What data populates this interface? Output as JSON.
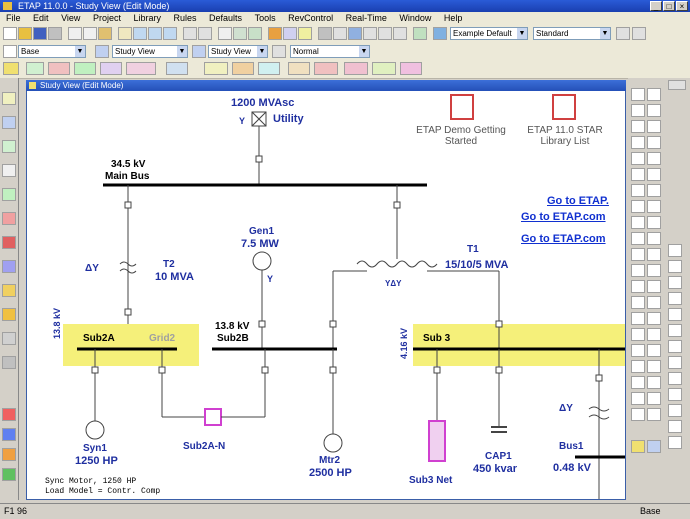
{
  "window": {
    "title": "ETAP 11.0.0 - Study View (Edit Mode)",
    "min": "_",
    "max": "□",
    "close": "×"
  },
  "menu": [
    "File",
    "Edit",
    "View",
    "Project",
    "Library",
    "Rules",
    "Defaults",
    "Tools",
    "RevControl",
    "Real-Time",
    "Window",
    "Help"
  ],
  "toolbar": {
    "project_combo": "Example Default",
    "standard_combo": "Standard",
    "bus_combo": "Base",
    "view_combo": "Study View",
    "study_combo": "Study View",
    "normal_combo": "Normal"
  },
  "canvas": {
    "title": "Study View (Edit Mode)",
    "utility": {
      "rating": "1200 MVAsc",
      "name": "Utility"
    },
    "mainbus": {
      "kv": "34.5 kV",
      "name": "Main Bus"
    },
    "gen1": {
      "name": "Gen1",
      "rating": "7.5 MW"
    },
    "t2": {
      "name": "T2",
      "rating": "10 MVA"
    },
    "t1": {
      "name": "T1",
      "rating": "15/10/5 MVA"
    },
    "sub2a": {
      "name": "Sub2A",
      "kv": "13.8 kV",
      "grid": "Grid2"
    },
    "sub2b": {
      "kv": "13.8 kV",
      "name": "Sub2B"
    },
    "sub3": {
      "name": "Sub 3",
      "kv": "4.16 kV"
    },
    "syn1": {
      "name": "Syn1",
      "rating": "1250 HP"
    },
    "sub2an": {
      "name": "Sub2A-N"
    },
    "mv2": {
      "name": "Mtr2",
      "rating": "2500 HP"
    },
    "sub3net": {
      "name": "Sub3 Net"
    },
    "cap1": {
      "name": "CAP1",
      "rating": "450 kvar"
    },
    "bus1": {
      "name": "Bus1",
      "kv": "0.48 kV"
    },
    "docs": [
      {
        "label1": "ETAP Demo Getting",
        "label2": "Started"
      },
      {
        "label1": "ETAP 11.0 STAR",
        "label2": "Library List"
      }
    ],
    "links": [
      "Go to ETAP.",
      "Go to ETAP.com",
      "Go to ETAP.com"
    ],
    "notes": [
      "Sync Motor, 1250 HP",
      "Load Model = Contr. Comp"
    ],
    "symbols": {
      "dy": "ΔY",
      "yg": "Y",
      "t1_wind": "YΔY"
    }
  },
  "statusbar": {
    "left": "F1 96",
    "right": "Base"
  },
  "colors": {
    "bus_highlight": "#f5f07a",
    "label_blue": "#1f2fa0",
    "link_blue": "#1030d0"
  }
}
